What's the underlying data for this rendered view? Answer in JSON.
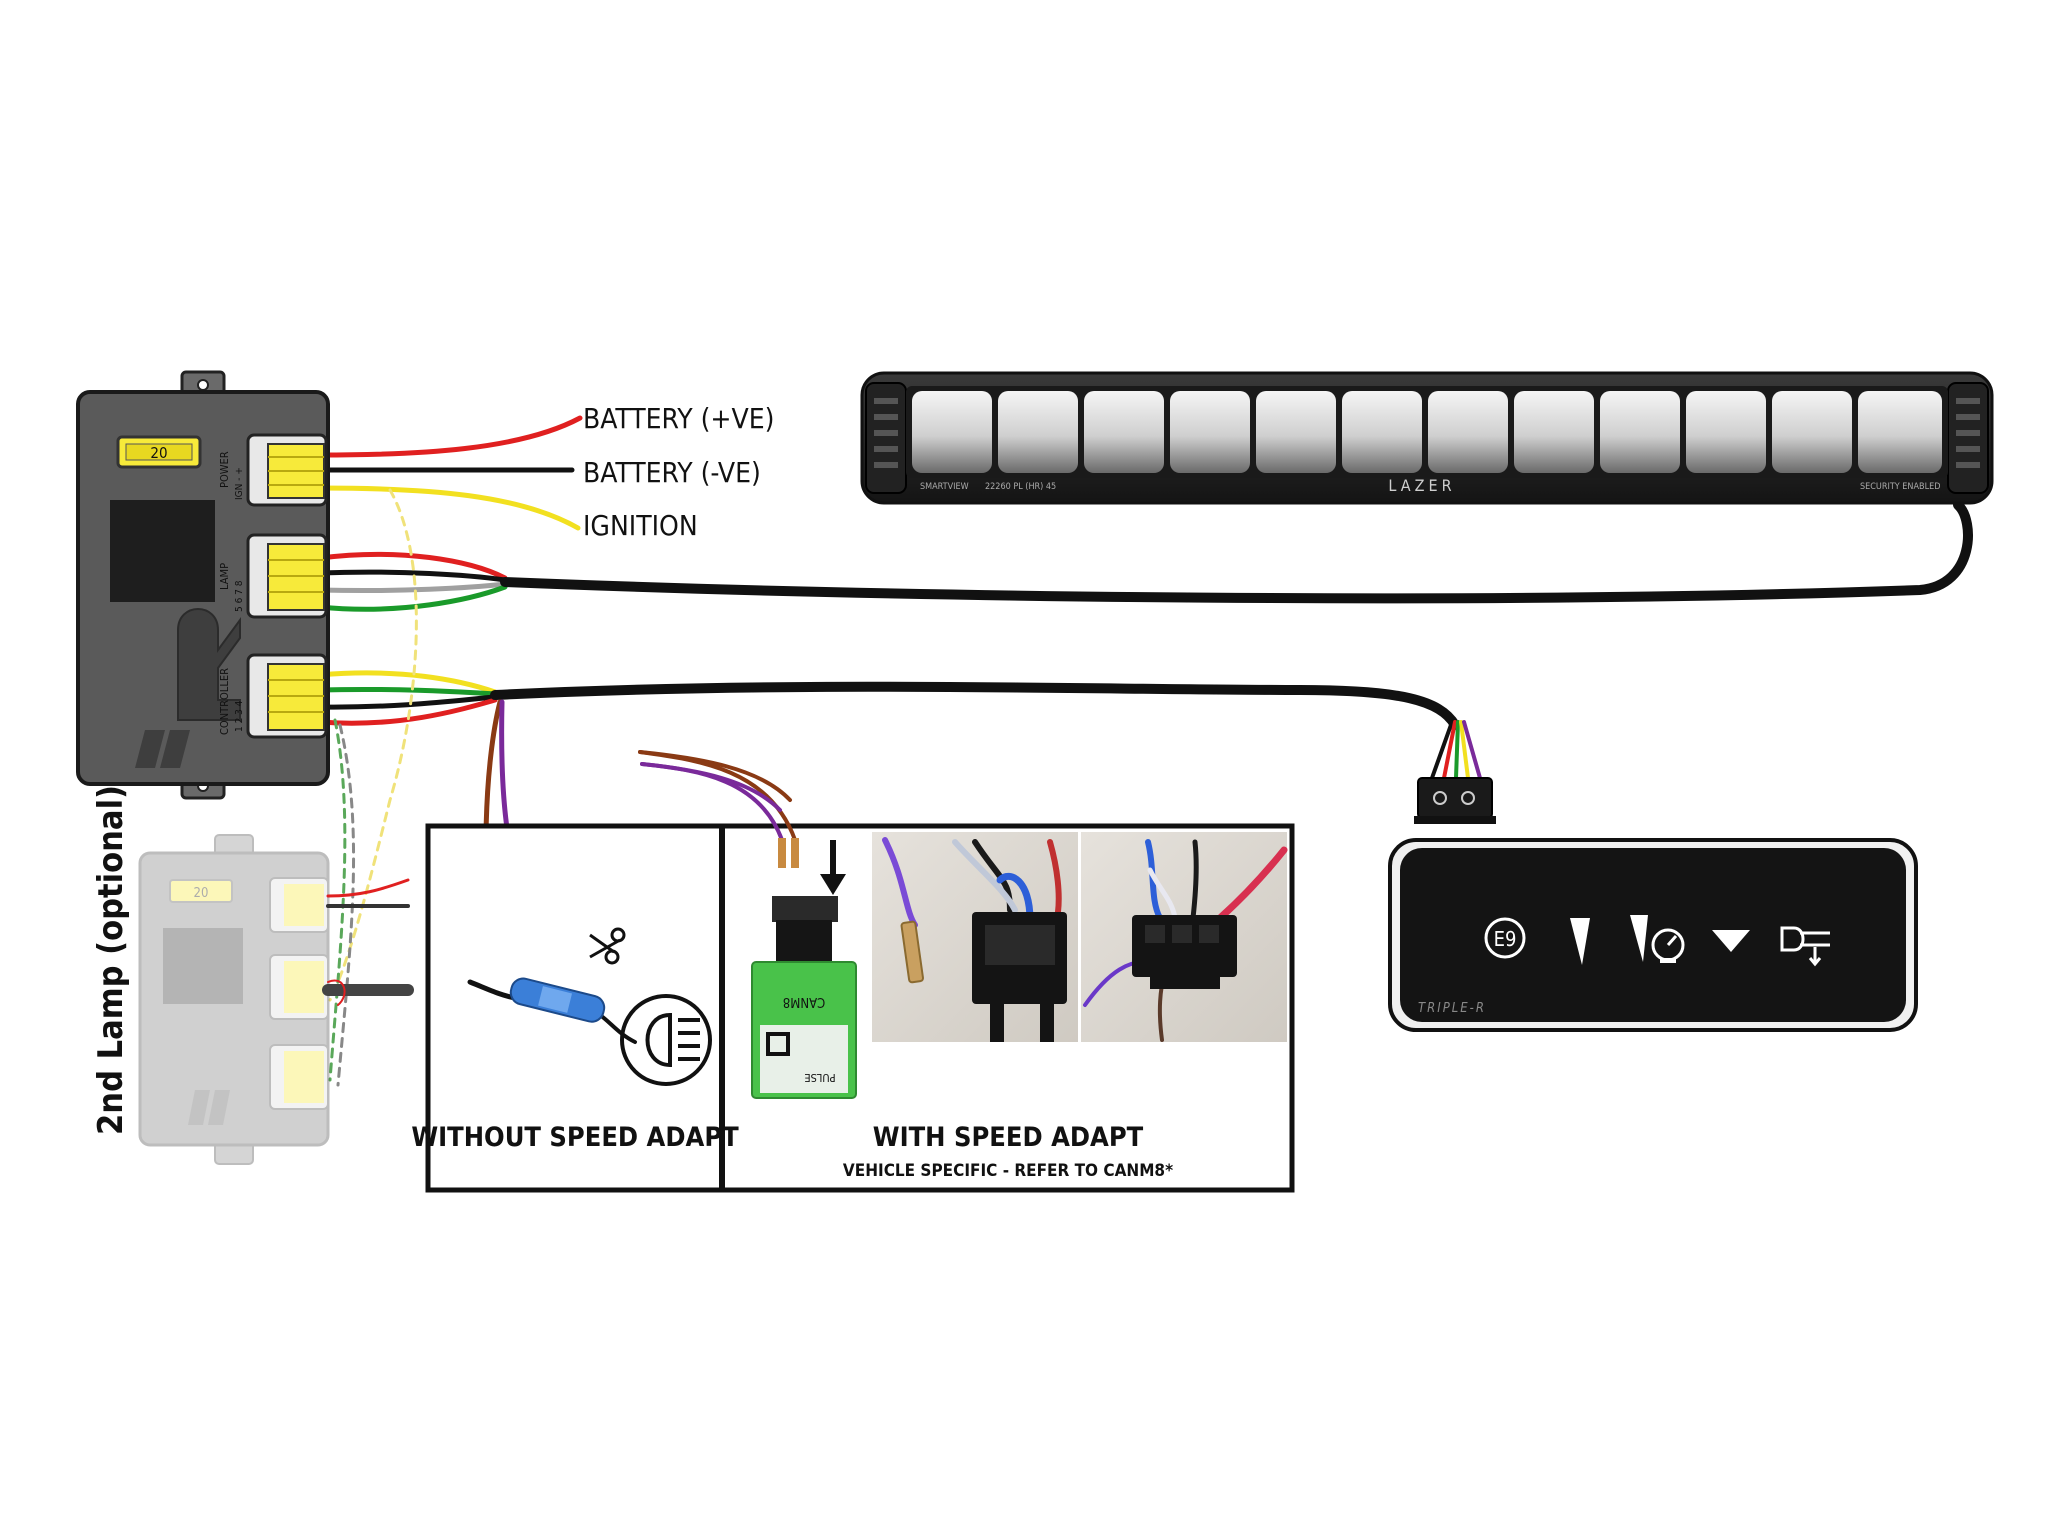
{
  "labels": {
    "battery_pos": "BATTERY (+VE)",
    "battery_neg": "BATTERY (-VE)",
    "ignition": "IGNITION",
    "second_lamp": "2nd Lamp (optional)",
    "without_speed_adapt": "WITHOUT SPEED ADAPT",
    "with_speed_adapt": "WITH SPEED ADAPT",
    "vehicle_specific": "VEHICLE SPECIFIC - REFER TO CANM8*"
  },
  "control_box": {
    "fuse_rating": "20",
    "port_power": "POWER",
    "port_power_pins": "IGN - +",
    "port_lamp": "LAMP",
    "port_lamp_pins": "5 6 7 8",
    "port_controller": "CONTROLLER",
    "port_controller_pins": "1 2 3 4"
  },
  "optional_box": {
    "fuse_rating": "20"
  },
  "light_bar": {
    "brand": "LAZER",
    "left_text": "SMARTVIEW",
    "model_text": "22260 PL (HR) 45",
    "right_text": "SECURITY ENABLED"
  },
  "controller": {
    "brand": "TRIPLE-R",
    "e_mark": "E9"
  },
  "canm8_module": {
    "text_1": "CANM8",
    "text_2": "PULSE"
  },
  "colors": {
    "red": "#e02020",
    "black": "#111111",
    "yellow": "#f2e020",
    "green": "#1a9a2a",
    "grey": "#a0a0a0",
    "brown": "#8a3a14",
    "purple": "#7a2a9a",
    "box_body": "#5a5a5a",
    "connector": "#f7ea3a",
    "module_green": "#49c24a"
  },
  "icons": [
    "scissors-icon",
    "headlamp-icon",
    "e-mark-icon",
    "spot-beam-icon",
    "speed-beam-icon",
    "dim-icon",
    "horn-flash-icon",
    "arrow-down-icon"
  ]
}
